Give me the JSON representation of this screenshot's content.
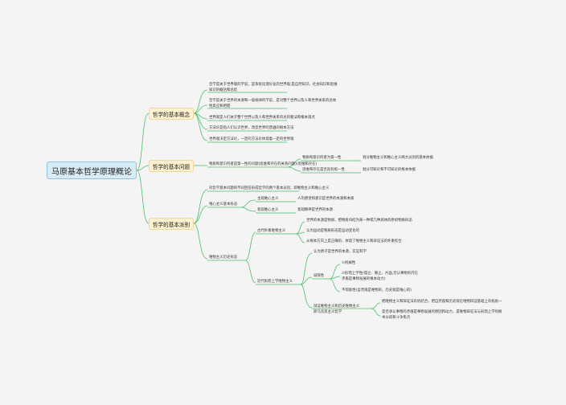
{
  "root": "马原基本哲学原理概论",
  "branches": {
    "b1": "哲学的基本概念",
    "b2": "哲学的基本问题",
    "b3": "哲学的基本派别"
  },
  "b1": {
    "n1a": "哲学是关于世界观的学说，是系统化理论化的世界观,是自然知识，社会知识和思维",
    "n1b": "知识的概括和总结",
    "n2a": "哲学是关于世界的本源和一般规律的学说，是对整个世界以及人和世界关系的总体",
    "n2b": "性反应和把握",
    "n3": "世界观是人们关于整个世界以及人和世界关系的总的看法和根本观点",
    "n4": "方法论是指人们认识世界，改造世界的普遍的根本方法",
    "n5": "世界观决定方法论，一定的方法论体现着一定的世界观"
  },
  "b2": {
    "main": "物质和意识何者是第一性的问题(思维和存在的关系问题)(思维和存在)",
    "sub1": "物质和意识何者为第一性",
    "sub1d": "划分唯物主义和唯心主义两大派别的基本依据",
    "sub2": "思维和存在是否具有统一性",
    "sub2d": "划分可知论和不可知论的根本依据"
  },
  "b3": {
    "intro": "对哲学基本问题的不同回答形成哲学的两个基本派别，即唯物主义和唯心主义",
    "idealism": "唯心主义基本形态",
    "subj": "主观唯心主义",
    "subjd": "人的感觉和意识是世界的本源和本质",
    "obj": "客观唯心主义",
    "objd": "客观精神是世界的本源",
    "materialism": "唯物主义历史形态",
    "ancient": "古代朴素唯物主义",
    "ancient1": "世界的本源是物质，把物质归结为某一种或几种具体的原初物质形态",
    "ancient2": "认为运动是物质形态是运动变化的",
    "ancient3": "从根本方向上是正确的，体现了唯物主义和辩证法的朴素综合",
    "modern": "近代形而上学唯物主义",
    "m1": "认为原子是世界的本源，实证科学",
    "m2": "局限性",
    "m2a": "①机械性",
    "m2b1": "②形而上学性(孤立、静止、片面,否认事物的内在",
    "m2b2": "矛盾是事物发展的根本动力)",
    "m2c": "不彻底性(自然观是唯物的，历史观是唯心的)",
    "dial1": "辩证唯物主义和历史唯物主义",
    "dial2": "即马克思主义哲学",
    "dial_a": "把唯物主义和辩证法有机结合，把自然观和历史观在唯物辩证基础上有机统一",
    "dial_b1": "是否承认事物的矛盾是事物发展的原因和动力，是唯物辩证法与形而上学的根",
    "dial_b2": "本分歧和斗争焦点"
  },
  "colors": {
    "connector": "#4bbf6b",
    "root_fill": "#d8ecf8",
    "branch_fill": "#fdf1cf"
  }
}
